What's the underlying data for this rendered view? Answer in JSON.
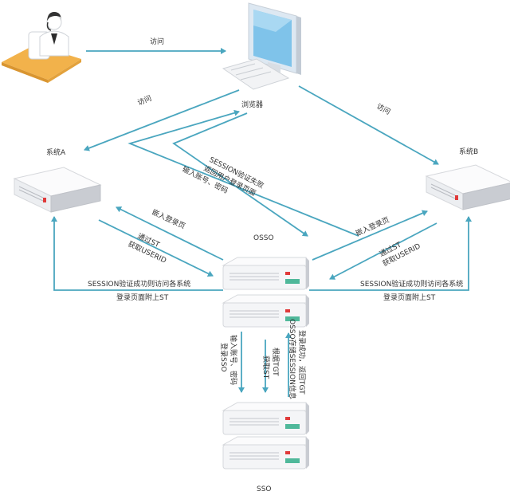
{
  "colors": {
    "edge": "#4aa6bf",
    "server_body": "#f4f5f7",
    "server_side": "#c9ccd2",
    "server_led": "#e03a3a",
    "server_port": "#4fb89a",
    "desk": "#f2b24b"
  },
  "nodes": {
    "user": {
      "icon": "user-at-desk-icon"
    },
    "browser": {
      "label": "浏览器",
      "icon": "monitor-icon"
    },
    "system_a": {
      "label": "系统A",
      "icon": "server-icon"
    },
    "system_b": {
      "label": "系统B",
      "icon": "server-icon"
    },
    "osso": {
      "label": "OSSO",
      "icon": "server-stack-icon"
    },
    "sso": {
      "label": "SSO",
      "icon": "server-stack-icon"
    }
  },
  "edges": {
    "user_browser": "访问",
    "browser_a": "访问",
    "browser_b": "访问",
    "session_fail_1": "SESSION验证失败",
    "session_fail_2": "返回用户登录页面",
    "input_account": "输入账号、密码",
    "a_embed": "嵌入登录页",
    "a_pass_1": "通过ST",
    "a_pass_2": "获取USERID",
    "a_success_1": "SESSION验证成功则访问各系统",
    "a_success_2": "登录页面附上ST",
    "b_embed": "嵌入登录页",
    "b_pass_1": "通过ST",
    "b_pass_2": "获取USERID",
    "b_success_1": "SESSION验证成功则访问各系统",
    "b_success_2": "登录页面附上ST",
    "sso_input_1": "输入账号、密码",
    "sso_input_2": "登录SSO",
    "tgt_1": "根据TGT",
    "tgt_2": "获取ST",
    "login_ok_1": "登录成功，返回TGT",
    "login_ok_2": "OSSO存储SESSION信息"
  }
}
